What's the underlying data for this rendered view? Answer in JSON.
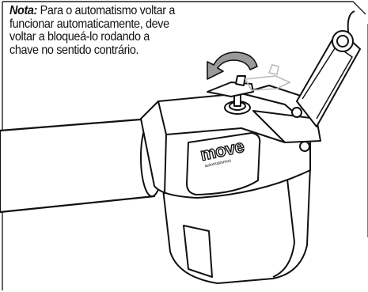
{
  "note": {
    "label": "Nota:",
    "text": " Para o automatismo voltar a funcionar automaticamente, deve voltar a bloqueá-lo rodando a chave no sentido contrário."
  },
  "device": {
    "brand_logo": "move",
    "brand_tagline": "automatismos"
  },
  "icons": [
    "rotate-arrow-icon",
    "key-icon"
  ],
  "colors": {
    "ink": "#111111",
    "body_fill": "#ffffff",
    "ghost_key": "#bbbbbb"
  }
}
